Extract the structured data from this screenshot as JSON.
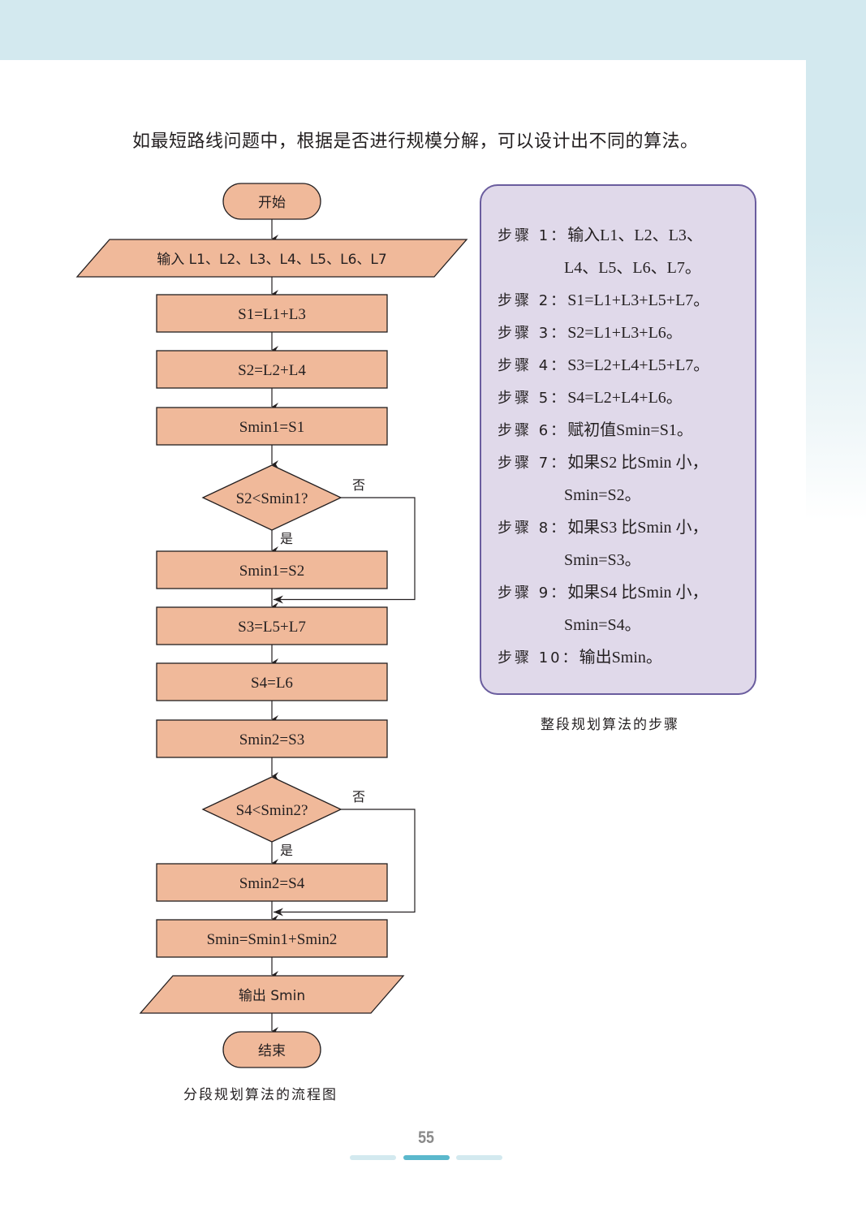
{
  "page": {
    "intro_text": "如最短路线问题中，根据是否进行规模分解，可以设计出不同的算法。",
    "page_number": "55",
    "colors": {
      "node_fill": "#f0b99a",
      "node_stroke": "#231f20",
      "steps_box_fill": "#e0d9ea",
      "steps_box_border": "#6a5d9e",
      "band_color": "#d3e9ef",
      "pager_active": "#5bb8cc",
      "pager_inactive": "#d3e9ef"
    }
  },
  "flowchart": {
    "caption": "分段规划算法的流程图",
    "nodes": [
      {
        "id": "start",
        "type": "terminator",
        "label": "开始"
      },
      {
        "id": "input",
        "type": "io",
        "label": "输入 L1、L2、L3、L4、L5、L6、L7"
      },
      {
        "id": "p1",
        "type": "process",
        "label": "S1=L1+L3"
      },
      {
        "id": "p2",
        "type": "process",
        "label": "S2=L2+L4"
      },
      {
        "id": "p3",
        "type": "process",
        "label": "Smin1=S1"
      },
      {
        "id": "d1",
        "type": "decision",
        "label": "S2<Smin1?",
        "yes": "是",
        "no": "否"
      },
      {
        "id": "p4",
        "type": "process",
        "label": "Smin1=S2"
      },
      {
        "id": "p5",
        "type": "process",
        "label": "S3=L5+L7"
      },
      {
        "id": "p6",
        "type": "process",
        "label": "S4=L6"
      },
      {
        "id": "p7",
        "type": "process",
        "label": "Smin2=S3"
      },
      {
        "id": "d2",
        "type": "decision",
        "label": "S4<Smin2?",
        "yes": "是",
        "no": "否"
      },
      {
        "id": "p8",
        "type": "process",
        "label": "Smin2=S4"
      },
      {
        "id": "p9",
        "type": "process",
        "label": "Smin=Smin1+Smin2"
      },
      {
        "id": "output",
        "type": "io",
        "label": "输出 Smin"
      },
      {
        "id": "end",
        "type": "terminator",
        "label": "结束"
      }
    ]
  },
  "steps_panel": {
    "caption": "整段规划算法的步骤",
    "steps": [
      {
        "label": "步骤 1：",
        "text": "输入L1、L2、L3、",
        "cont": "L4、L5、L6、L7。"
      },
      {
        "label": "步骤 2：",
        "text": "S1=L1+L3+L5+L7。"
      },
      {
        "label": "步骤 3：",
        "text": "S2=L1+L3+L6。"
      },
      {
        "label": "步骤 4：",
        "text": "S3=L2+L4+L5+L7。"
      },
      {
        "label": "步骤 5：",
        "text": "S4=L2+L4+L6。"
      },
      {
        "label": "步骤 6：",
        "text": "赋初值Smin=S1。"
      },
      {
        "label": "步骤 7：",
        "text": "如果S2 比Smin 小，",
        "cont": "Smin=S2。"
      },
      {
        "label": "步骤 8：",
        "text": "如果S3 比Smin 小，",
        "cont": "Smin=S3。"
      },
      {
        "label": "步骤 9：",
        "text": "如果S4 比Smin 小，",
        "cont": "Smin=S4。"
      },
      {
        "label": "步骤 10：",
        "text": "输出Smin。"
      }
    ]
  }
}
